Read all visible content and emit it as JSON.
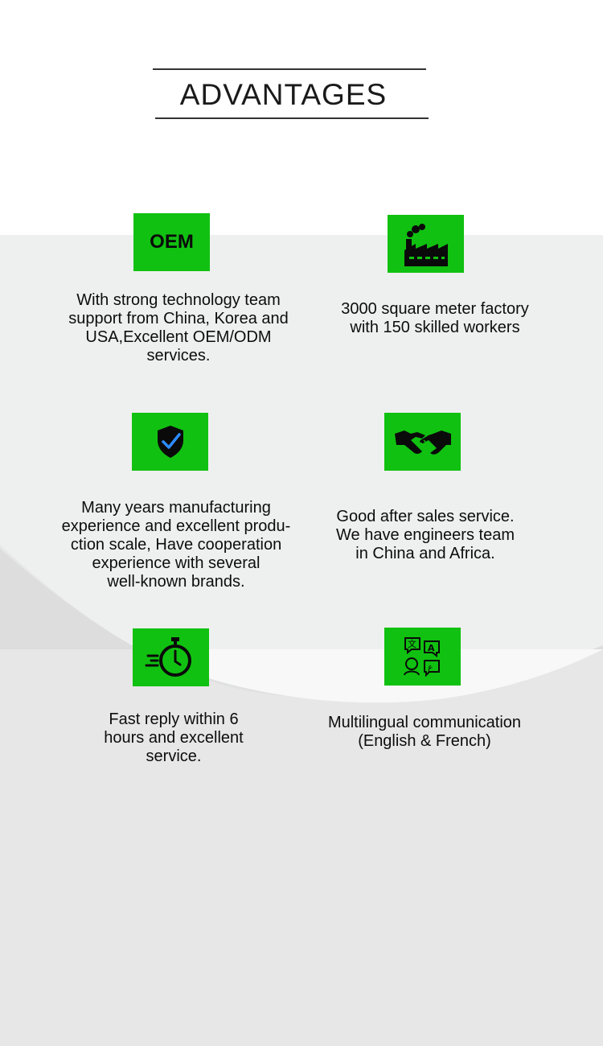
{
  "header": {
    "title": "ADVANTAGES"
  },
  "features": [
    {
      "icon": "oem-icon",
      "icon_label": "OEM",
      "text": "With strong technology team\nsupport from China, Korea and\nUSA,Excellent OEM/ODM\nservices."
    },
    {
      "icon": "factory-icon",
      "text": "3000 square meter factory\nwith 150 skilled workers"
    },
    {
      "icon": "shield-check-icon",
      "text": "Many years manufacturing\nexperience and excellent produ-\nction scale, Have cooperation\nexperience with several\nwell-known brands."
    },
    {
      "icon": "handshake-icon",
      "text": "Good after sales service.\nWe have engineers team\nin China and Africa."
    },
    {
      "icon": "stopwatch-icon",
      "text": "Fast reply within 6\nhours and excellent\nservice."
    },
    {
      "icon": "translate-icon",
      "text": "Multilingual communication\n(English & French)"
    }
  ],
  "colors": {
    "accent_green": "#11c111",
    "background_gray": "#e7e7e7"
  }
}
